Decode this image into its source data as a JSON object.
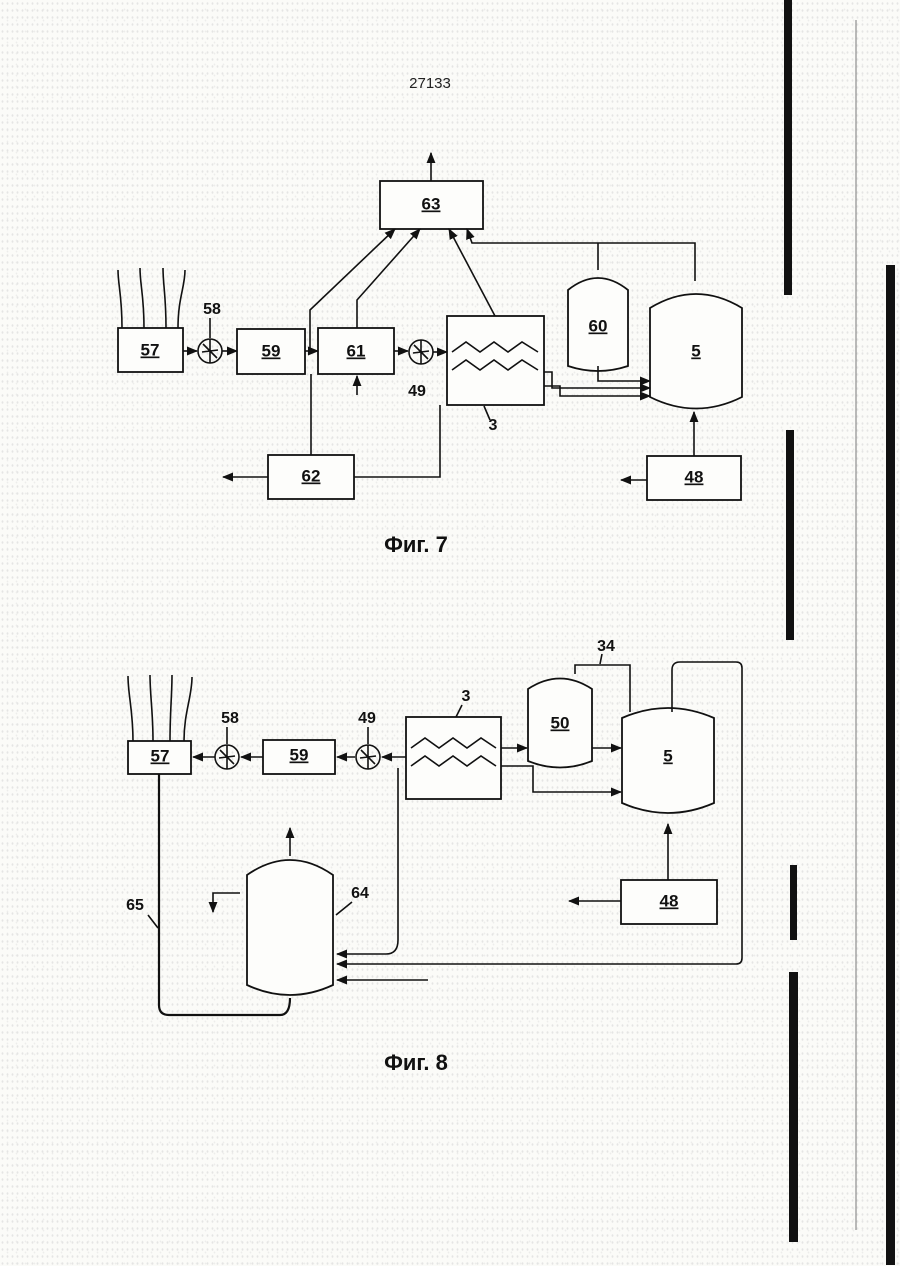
{
  "page_number": "27133",
  "figure7": {
    "caption": "Фиг. 7",
    "labels": {
      "b57": "57",
      "p58": "58",
      "b59": "59",
      "b61": "61",
      "p49": "49",
      "hx3": "3",
      "t60": "60",
      "t5": "5",
      "b63": "63",
      "b62": "62",
      "b48": "48"
    }
  },
  "figure8": {
    "caption": "Фиг. 8",
    "labels": {
      "b57": "57",
      "p58": "58",
      "b59": "59",
      "p49": "49",
      "hx3": "3",
      "t50": "50",
      "l34": "34",
      "t5": "5",
      "b48": "48",
      "t64": "64",
      "l65": "65"
    }
  }
}
